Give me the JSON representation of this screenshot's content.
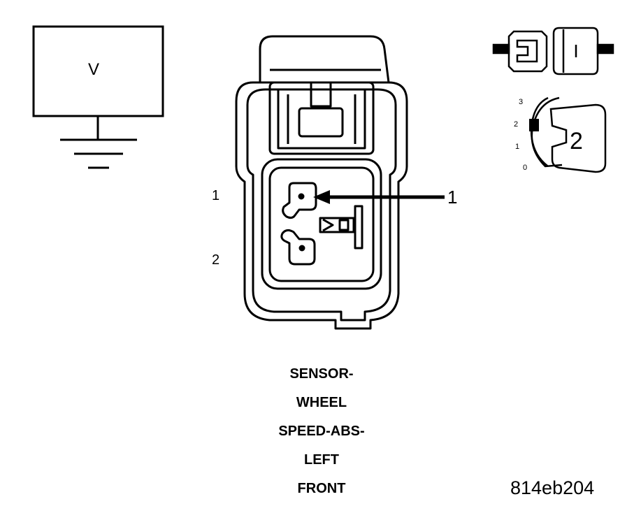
{
  "voltmeter": {
    "symbol": "V"
  },
  "connector": {
    "pin_labels": [
      "1",
      "2"
    ],
    "callout": "1"
  },
  "key_icon": {
    "gear_marks": [
      "3",
      "2",
      "1",
      "0"
    ],
    "selected_gear": "2"
  },
  "caption": [
    "SENSOR-",
    "WHEEL",
    "SPEED-ABS-",
    "LEFT",
    "FRONT"
  ],
  "figure_id": "814eb204"
}
